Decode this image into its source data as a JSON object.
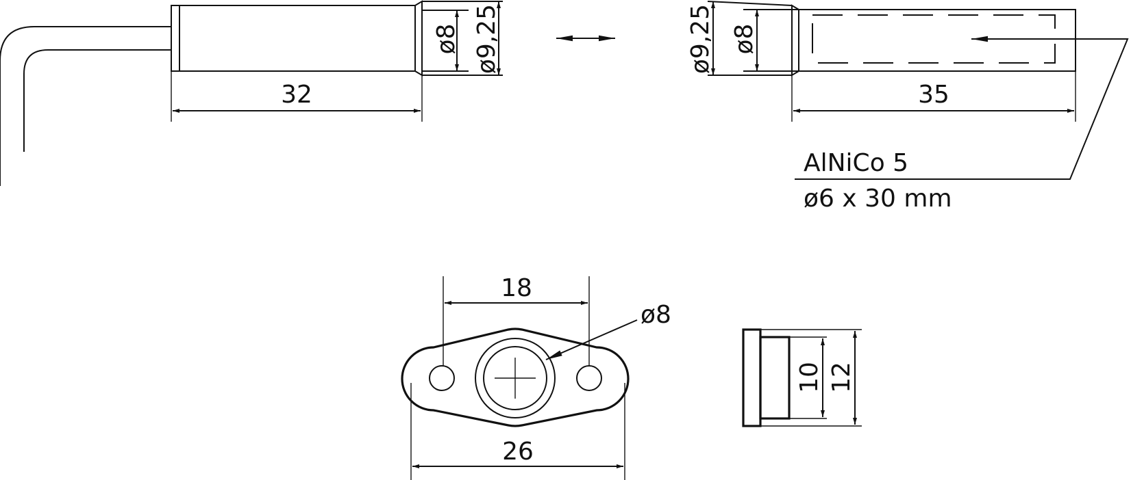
{
  "colors": {
    "line": "#111111",
    "background": "#ffffff"
  },
  "icons": {
    "arrow": "double-arrow-icon"
  },
  "labels": {
    "switch_length": "32",
    "switch_inner_diameter": "ø8",
    "switch_outer_diameter": "ø9,25",
    "magnet_outer_diameter": "ø9,25",
    "magnet_inner_diameter": "ø8",
    "magnet_length": "35",
    "magnet_material": "AlNiCo 5",
    "magnet_size": "ø6 x 30 mm",
    "hole_spacing": "18",
    "bore_diameter": "ø8",
    "flange_width": "26",
    "cap_inner_height": "10",
    "cap_outer_height": "12"
  }
}
